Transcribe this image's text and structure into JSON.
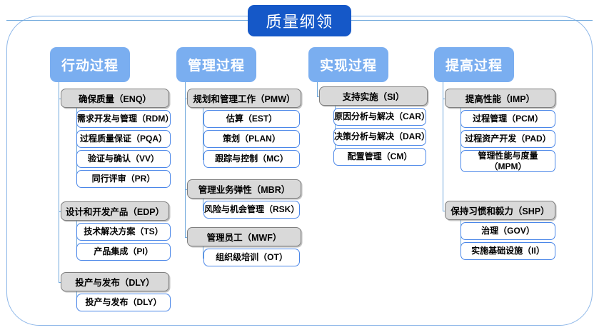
{
  "root": {
    "title": "质量纲领"
  },
  "columns": [
    {
      "header": "行动过程",
      "groups": [
        {
          "label": "确保质量（ENQ）",
          "items": [
            "需求开发与管理（RDM）",
            "过程质量保证（PQA）",
            "验证与确认（VV）",
            "同行评审（PR）"
          ]
        },
        {
          "label": "设计和开发产品（EDP）",
          "items": [
            "技术解决方案（TS）",
            "产品集成（PI）"
          ]
        },
        {
          "label": "投产与发布（DLY）",
          "items": [
            "投产与发布（DLY）"
          ]
        }
      ]
    },
    {
      "header": "管理过程",
      "groups": [
        {
          "label": "规划和管理工作（PMW）",
          "items": [
            "估算（EST）",
            "策划（PLAN）",
            "跟踪与控制（MC）"
          ]
        },
        {
          "label": "管理业务弹性（MBR）",
          "items": [
            "风险与机会管理（RSK）"
          ]
        },
        {
          "label": "管理员工（MWF）",
          "items": [
            "组织级培训（OT）"
          ]
        }
      ]
    },
    {
      "header": "实现过程",
      "groups": [
        {
          "label": "支持实施（SI）",
          "items": [
            "原因分析与解决（CAR）",
            "决策分析与解决（DAR）",
            "配置管理（CM）"
          ]
        }
      ]
    },
    {
      "header": "提高过程",
      "groups": [
        {
          "label": "提高性能（IMP）",
          "items": [
            "过程管理（PCM）",
            "过程资产开发（PAD）",
            "管理性能与度量\n（MPM）"
          ]
        },
        {
          "label": "保持习惯和毅力（SHP）",
          "items": [
            "治理（GOV）",
            "实施基础设施（II）"
          ]
        }
      ]
    }
  ],
  "colors": {
    "root_fill": "#1558c8",
    "header_fill": "#7aaef0",
    "group_fill": "#d9d9d9",
    "group_border": "#7f7f7f",
    "leaf_border": "#4a86e8",
    "connector": "#6fa8dc",
    "frame_border": "#8cb6e8"
  }
}
